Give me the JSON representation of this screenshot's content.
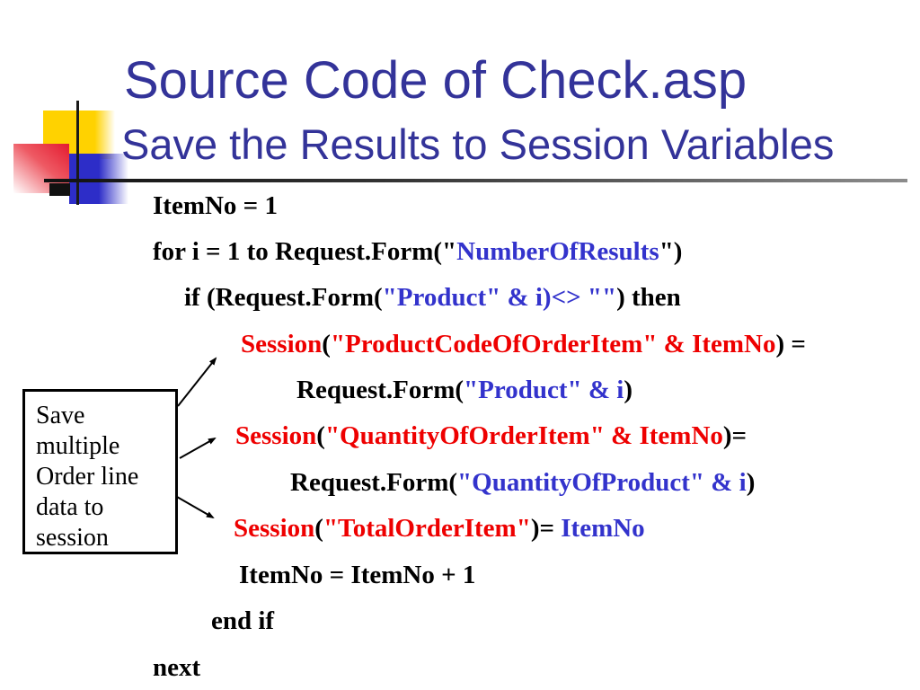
{
  "header": {
    "title": "Source Code of Check.asp",
    "subtitle": "Save the Results to Session Variables"
  },
  "palette": {
    "black": "#000000",
    "blue": "#3333cc",
    "red": "#ee0000",
    "title_blue": "#333399",
    "accent_yellow": "#ffd200",
    "accent_red": "#e41b30",
    "accent_blue": "#2d2dc8"
  },
  "code": {
    "lines": [
      {
        "segments": [
          {
            "t": "ItemNo = 1",
            "c": "black"
          }
        ]
      },
      {
        "segments": [
          {
            "t": "for i = 1 to Request.Form(\"",
            "c": "black"
          },
          {
            "t": "NumberOfResults",
            "c": "blue"
          },
          {
            "t": "\")",
            "c": "black"
          }
        ]
      },
      {
        "segments": [
          {
            "t": "if (Request.Form(",
            "c": "black"
          },
          {
            "t": "\"Product\" & i)<> \"\"",
            "c": "blue"
          },
          {
            "t": ") then",
            "c": "black"
          }
        ]
      },
      {
        "segments": [
          {
            "t": "Session",
            "c": "red"
          },
          {
            "t": "(",
            "c": "black"
          },
          {
            "t": "\"ProductCodeOfOrderItem\" & ItemNo",
            "c": "red"
          },
          {
            "t": ") =",
            "c": "black"
          }
        ]
      },
      {
        "segments": [
          {
            "t": "Request.Form(",
            "c": "black"
          },
          {
            "t": "\"Product\" & i",
            "c": "blue"
          },
          {
            "t": ")",
            "c": "black"
          }
        ]
      },
      {
        "segments": [
          {
            "t": "Session",
            "c": "red"
          },
          {
            "t": "(",
            "c": "black"
          },
          {
            "t": "\"QuantityOfOrderItem\" & ItemNo",
            "c": "red"
          },
          {
            "t": ")=",
            "c": "black"
          }
        ]
      },
      {
        "segments": [
          {
            "t": "Request.Form(",
            "c": "black"
          },
          {
            "t": "\"QuantityOfProduct\" & i",
            "c": "blue"
          },
          {
            "t": ")",
            "c": "black"
          }
        ]
      },
      {
        "segments": [
          {
            "t": "Session",
            "c": "red"
          },
          {
            "t": "(",
            "c": "black"
          },
          {
            "t": "\"TotalOrderItem\"",
            "c": "red"
          },
          {
            "t": ")= ",
            "c": "black"
          },
          {
            "t": "ItemNo",
            "c": "blue"
          }
        ]
      },
      {
        "segments": [
          {
            "t": "ItemNo = ItemNo + 1",
            "c": "black"
          }
        ]
      },
      {
        "segments": [
          {
            "t": "end if",
            "c": "black"
          }
        ]
      },
      {
        "segments": [
          {
            "t": "next",
            "c": "black"
          }
        ]
      }
    ]
  },
  "callout": {
    "text": "Save multiple Order line data to session"
  }
}
